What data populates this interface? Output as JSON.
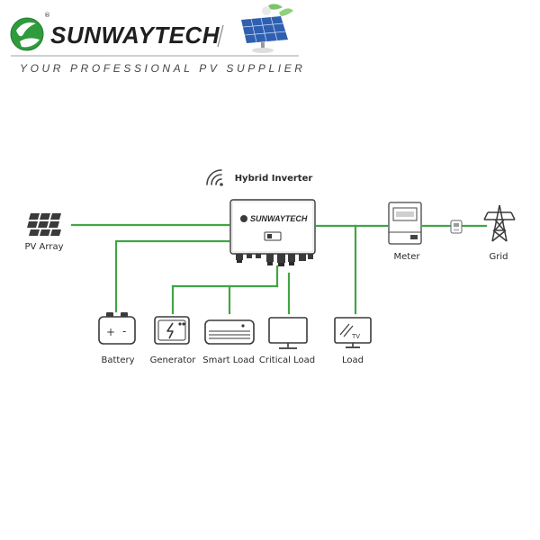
{
  "header": {
    "brand": "SUNWAYTECH",
    "registered": "®",
    "tagline": "YOUR PROFESSIONAL PV SUPPLIER",
    "colors": {
      "brand_green": "#2e9b3c",
      "line_gray": "#b5b5b5",
      "text": "#1f1f1f"
    }
  },
  "diagram": {
    "connector_color": "#41a546",
    "nodes": {
      "pv_array": {
        "label": "PV Array",
        "icon": "solar-panel-icon"
      },
      "inverter": {
        "label": "Hybrid Inverter",
        "device_text": "SUNWAYTECH",
        "icon": "hybrid-inverter-icon"
      },
      "meter": {
        "label": "Meter",
        "icon": "energy-meter-icon"
      },
      "grid": {
        "label": "Grid",
        "icon": "power-tower-icon"
      },
      "battery": {
        "label": "Battery",
        "icon": "battery-icon",
        "plus": "+",
        "minus": "-"
      },
      "generator": {
        "label": "Generator",
        "icon": "generator-icon"
      },
      "smart_load": {
        "label": "Smart Load",
        "icon": "air-conditioner-icon"
      },
      "critical_load": {
        "label": "Critical Load",
        "icon": "monitor-icon"
      },
      "load": {
        "label": "Load",
        "icon": "tv-icon",
        "screen_text": "TV"
      }
    }
  }
}
